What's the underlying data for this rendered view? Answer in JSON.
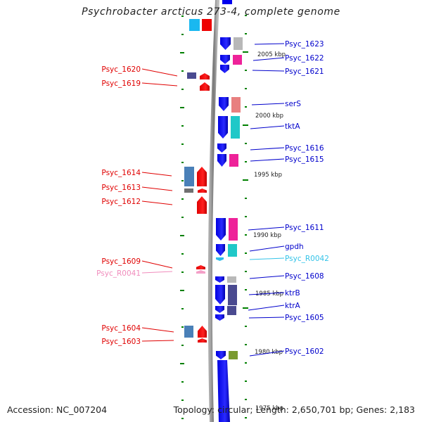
{
  "title": "Psychrobacter arcticus 273-4, complete genome",
  "footer": {
    "accession": "Accession: NC_007204",
    "summary": "Topology: circular; Length: 2,650,701 bp; Genes: 2,183"
  },
  "colors": {
    "forward_label": "#e00000",
    "reverse_label": "#0000cc",
    "rna_reverse_label": "#33c3e8",
    "rna_forward_label": "#f08cbc",
    "tick": "#008000",
    "backbone": "#888888"
  },
  "kbp_markers": [
    {
      "label": "2005 kbp"
    },
    {
      "label": "2000 kbp"
    },
    {
      "label": "1995 kbp"
    },
    {
      "label": "1990 kbp"
    },
    {
      "label": "1985 kbp"
    },
    {
      "label": "1980 kbp"
    },
    {
      "label": "1975 kbp"
    }
  ],
  "genes_reverse": [
    {
      "label": "Psyc_1623",
      "cog_color": "#b8b8b8"
    },
    {
      "label": "Psyc_1622",
      "cog_color": "#ee2299"
    },
    {
      "label": "Psyc_1621",
      "cog_color": null
    },
    {
      "label": "serS",
      "cog_color": "#e88080"
    },
    {
      "label": "tktA",
      "cog_color": "#20c8c8"
    },
    {
      "label": "Psyc_1616",
      "cog_color": null
    },
    {
      "label": "Psyc_1615",
      "cog_color": "#ee2299"
    },
    {
      "label": "Psyc_1611",
      "cog_color": "#ee2299"
    },
    {
      "label": "gpdh",
      "cog_color": "#20c8c8"
    },
    {
      "label": "Psyc_R0042",
      "cog_color": null,
      "rna": true
    },
    {
      "label": "Psyc_1608",
      "cog_color": "#b8b8b8"
    },
    {
      "label": "ktrB",
      "cog_color": "#4a4a90"
    },
    {
      "label": "ktrA",
      "cog_color": "#4a4a90"
    },
    {
      "label": "Psyc_1605",
      "cog_color": null
    },
    {
      "label": "Psyc_1602",
      "cog_color": "#7a9a30"
    }
  ],
  "genes_forward": [
    {
      "label": "Psyc_1620",
      "cog_color": "#4a4a90"
    },
    {
      "label": "Psyc_1619",
      "cog_color": null
    },
    {
      "label": "Psyc_1614",
      "cog_color": "#4a80b8"
    },
    {
      "label": "Psyc_1613",
      "cog_color": "#707070"
    },
    {
      "label": "Psyc_1612",
      "cog_color": null
    },
    {
      "label": "Psyc_1609",
      "cog_color": null
    },
    {
      "label": "Psyc_R0041",
      "cog_color": null,
      "rna": true
    },
    {
      "label": "Psyc_1604",
      "cog_color": "#4a80b8"
    },
    {
      "label": "Psyc_1603",
      "cog_color": null
    }
  ]
}
